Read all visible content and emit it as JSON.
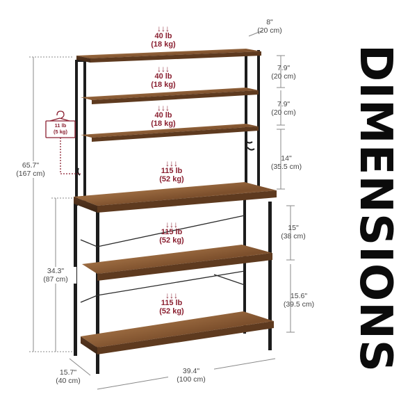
{
  "title": "DIMENSIONS",
  "dimensions": {
    "depth_top": {
      "in": "8\"",
      "cm": "(20 cm)"
    },
    "gap_1": {
      "in": "7.9\"",
      "cm": "(20 cm)"
    },
    "gap_2": {
      "in": "7.9\"",
      "cm": "(20 cm)"
    },
    "gap_3": {
      "in": "14\"",
      "cm": "(35.5 cm)"
    },
    "gap_4": {
      "in": "15\"",
      "cm": "(38 cm)"
    },
    "gap_5": {
      "in": "15.6\"",
      "cm": "(39.5 cm)"
    },
    "total_height": {
      "in": "65.7\"",
      "cm": "(167 cm)"
    },
    "lower_height": {
      "in": "34.3\"",
      "cm": "(87 cm)"
    },
    "depth_base": {
      "in": "15.7\"",
      "cm": "(40 cm)"
    },
    "width": {
      "in": "39.4\"",
      "cm": "(100 cm)"
    }
  },
  "loads": {
    "shelf_1": {
      "lb": "40 lb",
      "kg": "(18 kg)"
    },
    "shelf_2": {
      "lb": "40 lb",
      "kg": "(18 kg)"
    },
    "shelf_3": {
      "lb": "40 lb",
      "kg": "(18 kg)"
    },
    "shelf_4": {
      "lb": "115 lb",
      "kg": "(52 kg)"
    },
    "shelf_5": {
      "lb": "115 lb",
      "kg": "(52 kg)"
    },
    "shelf_6": {
      "lb": "115 lb",
      "kg": "(52 kg)"
    },
    "hanger": {
      "lb": "11 lb",
      "kg": "(5 kg)"
    }
  },
  "colors": {
    "load_accent": "#8a1f30",
    "wood": "#8b5a34",
    "frame": "#1c1c1c"
  }
}
